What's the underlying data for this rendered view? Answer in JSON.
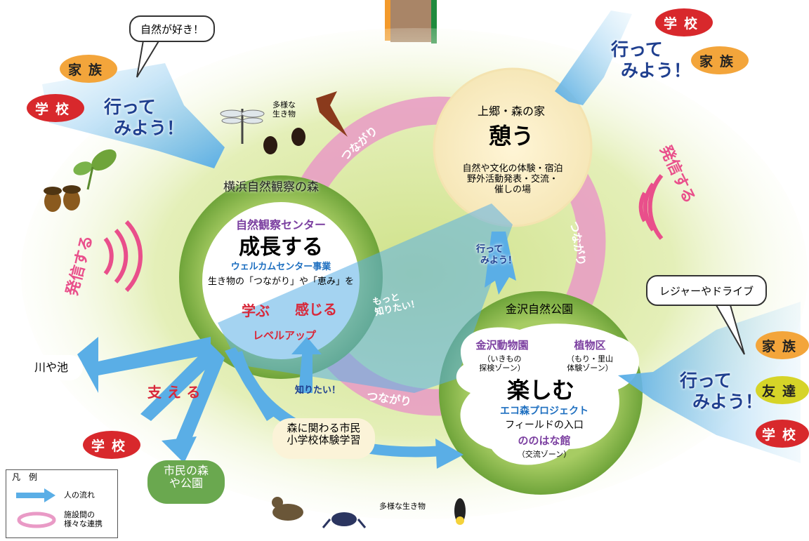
{
  "bubbles": {
    "left": "自然が好き！",
    "right": "レジャーやドライブ"
  },
  "badges": {
    "left_family": "家族",
    "left_school": "学校",
    "top_school": "学校",
    "top_family": "家族",
    "right_family": "家族",
    "right_friends": "友達",
    "right_school": "学校",
    "bottom_school": "学校"
  },
  "go_labels": {
    "left": [
      "行って",
      "みよう！"
    ],
    "top_right": [
      "行って",
      "みよう！"
    ],
    "right": [
      "行って",
      "みよう！"
    ],
    "middle": [
      "行って",
      "みよう！"
    ]
  },
  "creatures": {
    "top": [
      "多様な",
      "生き物"
    ],
    "bottom": "多様な生き物"
  },
  "hatsushin": {
    "left": "発信する",
    "right": "発信する"
  },
  "tsunagari": {
    "top": "つながり",
    "right": "つながり",
    "bottom": "つながり"
  },
  "kamigo": {
    "title": "上郷・森の家",
    "verb": "憩う",
    "desc": [
      "自然や文化の体験・宿泊",
      "野外活動発表・交流・",
      "催しの場"
    ]
  },
  "yokohama": {
    "title": "横浜自然観察の森",
    "sub": "自然観察センター",
    "verb": "成長する",
    "welcome": "ウェルカムセンター事業",
    "line": "生き物の「つながり」や「恵み」を",
    "learn": "学ぶ",
    "feel": "感じる",
    "levelup": "レベルアップ"
  },
  "kanazawa": {
    "title": "金沢自然公園",
    "zoo": "金沢動物園",
    "zoo_sub": [
      "（いきもの",
      "探検ゾーン）"
    ],
    "plant": "植物区",
    "plant_sub": [
      "（もり・里山",
      "体験ゾーン）"
    ],
    "verb": "楽しむ",
    "eco": "エコ森プロジェクト",
    "field": "フィールドの入口",
    "nonohana": "ののはな館",
    "nonohana_sub": "（交流ゾーン）"
  },
  "arrows_text": {
    "motto": [
      "もっと",
      "知りたい！"
    ],
    "shiritai": "知りたい！"
  },
  "support": {
    "label": "支える",
    "river": "川や池",
    "park": [
      "市民の森",
      "や公園"
    ],
    "citizens": [
      "森に関わる市民",
      "小学校体験学習"
    ]
  },
  "legend": {
    "title": "凡　例",
    "flow": "人の流れ",
    "link": [
      "施設間の",
      "様々な連携"
    ]
  },
  "colors": {
    "arrow_blue": "#5aaee6",
    "link_pink": "#e99ac6",
    "ring_green": "#8cbf4f",
    "badge_red": "#d8282c",
    "badge_orange": "#f3a53b",
    "badge_yellow": "#d6d428",
    "accent_purple": "#7b3fa0",
    "accent_red": "#d8283a"
  }
}
